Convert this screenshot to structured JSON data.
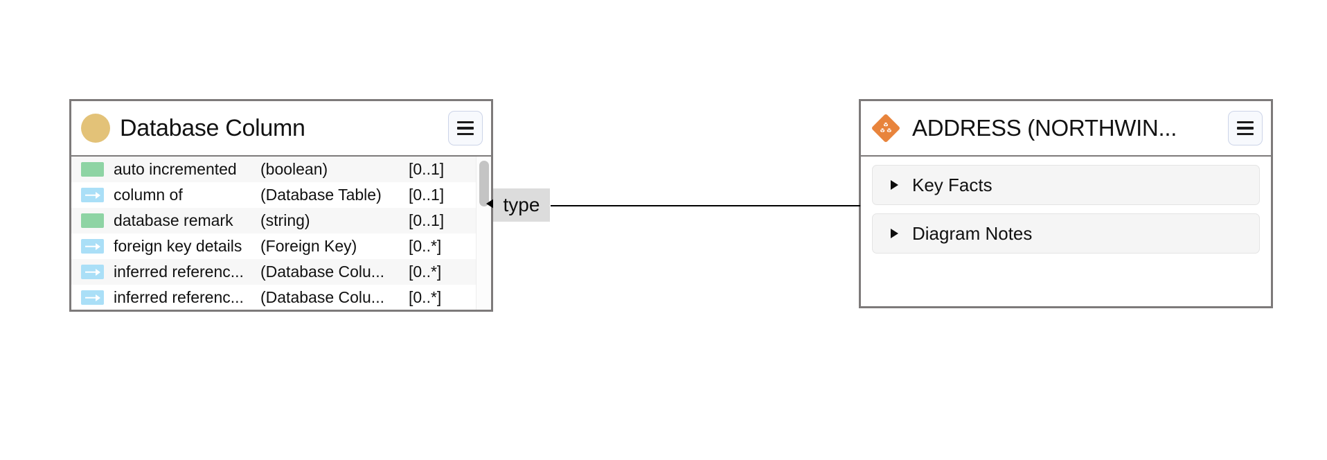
{
  "canvas": {
    "background": "#ffffff"
  },
  "nodes": {
    "database_column": {
      "title": "Database Column",
      "icon": "tan-circle-icon",
      "icon_color": "#e3c278",
      "menu_label": "≡",
      "rows": [
        {
          "icon": "attribute",
          "name": "auto incremented",
          "type": "(boolean)",
          "cardinality": "[0..1]"
        },
        {
          "icon": "relation",
          "name": "column of",
          "type": "(Database Table)",
          "cardinality": "[0..1]"
        },
        {
          "icon": "attribute",
          "name": "database remark",
          "type": "(string)",
          "cardinality": "[0..1]"
        },
        {
          "icon": "relation",
          "name": "foreign key details",
          "type": "(Foreign Key)",
          "cardinality": "[0..*]"
        },
        {
          "icon": "relation",
          "name": "inferred referenc...",
          "type": "(Database Colu...",
          "cardinality": "[0..*]"
        },
        {
          "icon": "relation",
          "name": "inferred referenc...",
          "type": "(Database Colu...",
          "cardinality": "[0..*]"
        }
      ]
    },
    "address": {
      "title": "ADDRESS (NORTHWIN...",
      "icon": "orange-diamond-cubes-icon",
      "icon_color": "#e8843c",
      "menu_label": "≡",
      "accordions": [
        {
          "label": "Key Facts"
        },
        {
          "label": "Diagram Notes"
        }
      ]
    }
  },
  "edge": {
    "label": "type",
    "label_background": "#dcdcdc",
    "line_color": "#000000",
    "arrow_direction": "left"
  },
  "colors": {
    "panel_border": "#7d7a7a",
    "attribute_swatch": "#8ed4a4",
    "relation_swatch": "#aadff7",
    "row_alt_background": "#f7f7f7",
    "accordion_background": "#f5f5f5",
    "scrollbar_thumb": "#c4c4c4"
  }
}
